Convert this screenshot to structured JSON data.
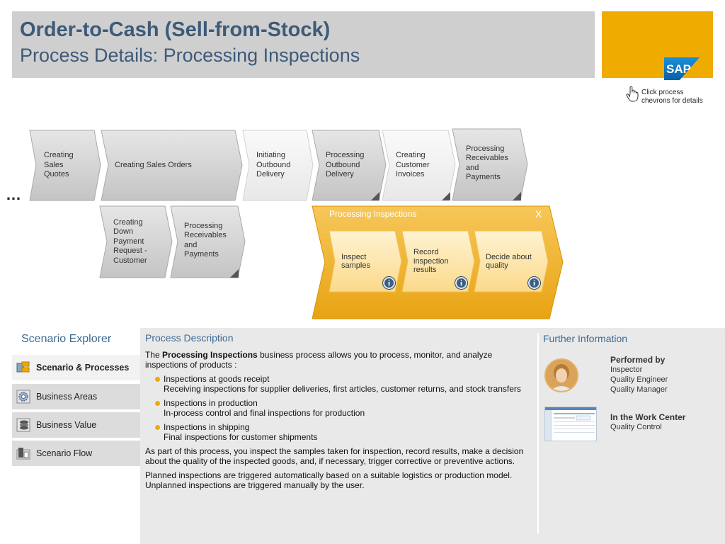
{
  "header": {
    "title": "Order-to-Cash (Sell-from-Stock)",
    "subtitle": "Process Details: Processing Inspections",
    "logo_text": "SAP"
  },
  "hint": {
    "text": "Click process chevrons for details",
    "icon": "hand-pointer-icon"
  },
  "ellipsis": "…",
  "process_row1": [
    {
      "label": "Creating Sales Quotes"
    },
    {
      "label": "Creating Sales Orders"
    },
    {
      "label": "Initiating Outbound Delivery"
    },
    {
      "label": "Processing Outbound Delivery"
    },
    {
      "label": "Creating Customer Invoices"
    },
    {
      "label": "Processing Receivables and Payments"
    }
  ],
  "process_row2": [
    {
      "label": "Creating Down Payment Request - Customer"
    },
    {
      "label": "Processing Receivables and Payments"
    }
  ],
  "inspection": {
    "title": "Processing Inspections",
    "close_label": "X",
    "steps": [
      {
        "label": "Inspect samples"
      },
      {
        "label": "Record inspection results"
      },
      {
        "label": "Decide about quality"
      }
    ],
    "info_label": "i"
  },
  "explorer": {
    "title": "Scenario Explorer",
    "items": [
      {
        "label": "Scenario & Processes",
        "active": true
      },
      {
        "label": "Business Areas"
      },
      {
        "label": "Business Value"
      },
      {
        "label": "Scenario Flow"
      }
    ]
  },
  "description": {
    "title": "Process Description",
    "intro_pre": "The ",
    "intro_bold": "Processing Inspections",
    "intro_post": " business process allows you to process, monitor, and analyze inspections of products :",
    "bullets": [
      {
        "head": "Inspections at goods receipt",
        "body": "Receiving inspections for supplier deliveries, first articles, customer returns, and stock transfers"
      },
      {
        "head": "Inspections in production",
        "body": "In-process control and final inspections for production"
      },
      {
        "head": "Inspections in shipping",
        "body": "Final inspections for customer shipments"
      }
    ],
    "para1": "As part of this process, you inspect the samples taken for inspection, record results, make a decision about the quality of the inspected goods, and, if necessary, trigger corrective or preventive actions.",
    "para2a": "Planned  inspections are triggered automatically based on a suitable logistics or production model.",
    "para2b": "Unplanned inspections are triggered manually by the user."
  },
  "further": {
    "title": "Further Information",
    "performed_by": {
      "heading": "Performed by",
      "roles": [
        "Inspector",
        "Quality Engineer",
        "Quality Manager"
      ]
    },
    "work_center": {
      "heading": "In the Work Center",
      "value": "Quality Control"
    }
  },
  "colors": {
    "title_blue": "#3d5a79",
    "sap_gold": "#f0ab00",
    "accent_blue": "#3d6a94"
  }
}
